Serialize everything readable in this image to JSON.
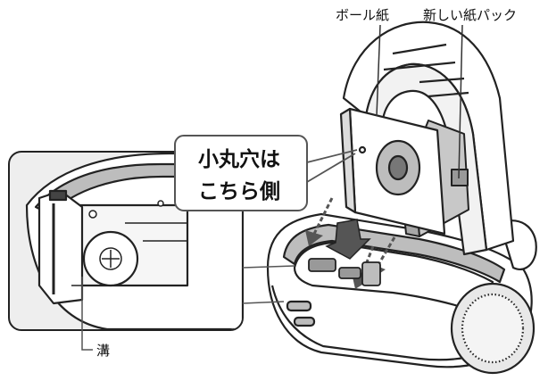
{
  "labels": {
    "ball_paper": "ボール紙",
    "new_paper_pack": "新しい紙パック",
    "groove": "溝"
  },
  "callout": {
    "line1": "小丸穴は",
    "line2": "こちら側"
  },
  "colors": {
    "outline": "#222222",
    "gray_fill": "#bdbdbd",
    "dark_gray": "#7a7a7a",
    "inset_bg": "#eeeeee",
    "callout_border": "#555555"
  }
}
